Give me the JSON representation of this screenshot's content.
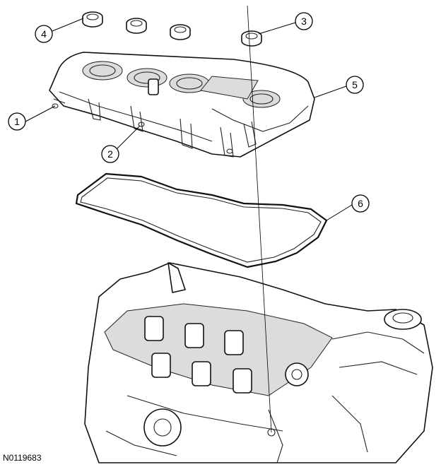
{
  "figure": {
    "id": "N0119683"
  },
  "callouts": [
    {
      "label": "1"
    },
    {
      "label": "2"
    },
    {
      "label": "3"
    },
    {
      "label": "4"
    },
    {
      "label": "5"
    },
    {
      "label": "6"
    }
  ],
  "colors": {
    "line": "#000000",
    "background": "#ffffff",
    "shade": "#dcdcdc"
  }
}
